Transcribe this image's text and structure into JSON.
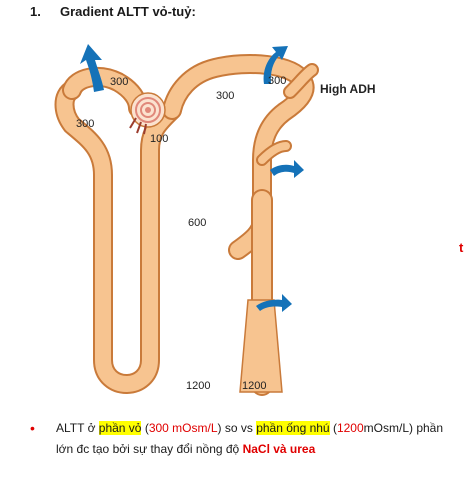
{
  "heading": {
    "number": "1.",
    "title": "Gradient ALTT vỏ-tuỷ:"
  },
  "figure": {
    "labels": {
      "cortex_left": "300",
      "cortex_top": "300",
      "distal": "100",
      "interstitial_top": "300",
      "collecting_top": "300",
      "mid": "600",
      "bottom_loop": "1200",
      "bottom_duct": "1200",
      "condition": "High ADH"
    },
    "colors": {
      "tubule": "#f7c490",
      "tubule_outline": "#c97a3a",
      "arrow": "#1572b8",
      "glomerulus": "#e0887a"
    }
  },
  "edge_mark": "t",
  "bullet": {
    "part1": "ALTT ở ",
    "hl1": "phần vỏ",
    "part2": " (",
    "val1": "300 mOsm/L",
    "part3": ") so vs ",
    "hl2": "phần ống nhú",
    "part4": " (",
    "val2": "1200",
    "part5": "mOsm/L) phần lớn đc tạo bởi sự thay đổi nồng độ ",
    "bold1": "NaCl và urea"
  }
}
